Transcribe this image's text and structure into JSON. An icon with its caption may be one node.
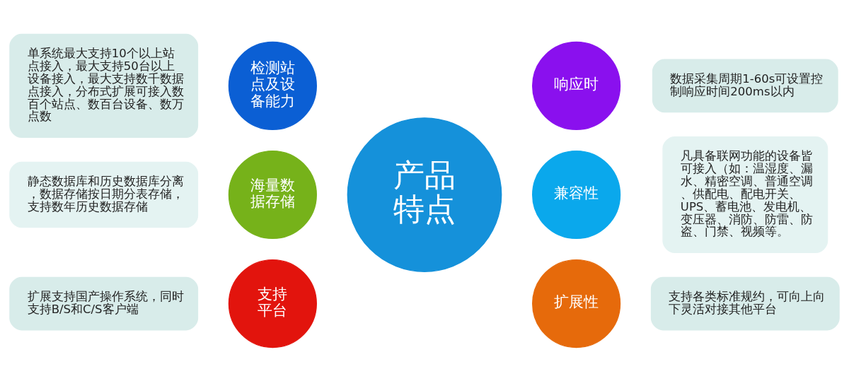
{
  "diagram": {
    "nodes": [
      {
        "text": [
          "单系统最大支持10个以上站点接入，最大支持50台以上设备接入，最大支持数千数据点接入，分布式扩展可接入数百个站点、数百台设备、数万点数"
        ]
      },
      {
        "text": [
          "静态数据库和历史数据库分离，数据存储按日期分表存储，支持数年历史数据存储"
        ]
      },
      {
        "text": [
          "扩展支持国产操作系统，同时支持B/S和C/S客户端"
        ]
      },
      {
        "text": [
          "检测站点及设备能力"
        ]
      },
      {
        "text": [
          "海量数据存储"
        ]
      },
      {
        "text": [
          "支持平台"
        ]
      },
      {
        "text": [
          "产品特点"
        ]
      },
      {
        "text": [
          "响应时"
        ]
      },
      {
        "text": [
          "兼容性"
        ]
      },
      {
        "text": [
          "扩展性"
        ]
      },
      {
        "text": [
          "数据采集周期1-60s可设置控制响应时间200ms以内"
        ]
      },
      {
        "text": [
          "凡具备联网功能的设备皆可接入（如：温湿度、漏水、精密空调、普通空调、供配电、配电开关、UPS、蓄电池、发电机、变压器、消防、防雷、防盗、门禁、视频等。"
        ]
      },
      {
        "text": [
          "支持各类标准规约，可向上向下灵活对接其他平台"
        ]
      }
    ]
  }
}
